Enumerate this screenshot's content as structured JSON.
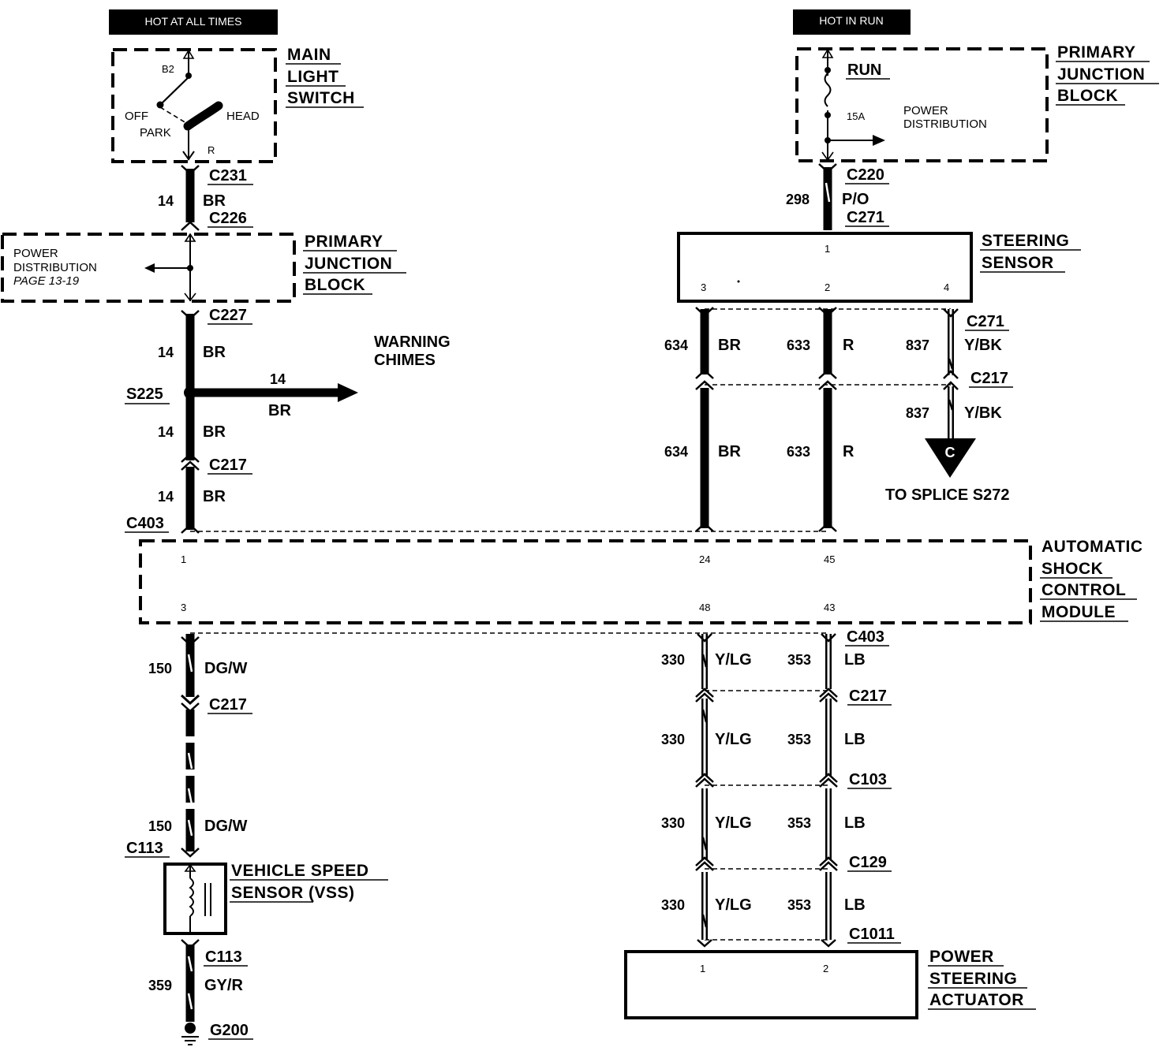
{
  "banners": {
    "left": "HOT AT ALL TIMES",
    "right": "HOT IN RUN"
  },
  "components": {
    "main_light_switch": [
      "MAIN",
      "LIGHT",
      "SWITCH"
    ],
    "switch_positions": {
      "b2": "B2",
      "off": "OFF",
      "park": "PARK",
      "head": "HEAD",
      "r": "R"
    },
    "pjb_left": [
      "PRIMARY",
      "JUNCTION",
      "BLOCK"
    ],
    "pjb_left_note": [
      "POWER",
      "DISTRIBUTION",
      "PAGE 13-19"
    ],
    "pjb_right": [
      "PRIMARY",
      "JUNCTION",
      "BLOCK"
    ],
    "pjb_right_run": "RUN",
    "pjb_right_fuse": "15A",
    "pjb_right_note": [
      "POWER",
      "DISTRIBUTION"
    ],
    "warning_chimes": [
      "WARNING",
      "CHIMES"
    ],
    "steering_sensor": [
      "STEERING",
      "SENSOR"
    ],
    "shock_module": [
      "AUTOMATIC",
      "SHOCK",
      "CONTROL",
      "MODULE"
    ],
    "vss": [
      "VEHICLE SPEED",
      "SENSOR (VSS)"
    ],
    "actuator": [
      "POWER",
      "STEERING",
      "ACTUATOR"
    ],
    "to_splice": "TO SPLICE S272",
    "splice_letter": "C"
  },
  "connectors": {
    "c231": "C231",
    "c226": "C226",
    "c227": "C227",
    "s225": "S225",
    "c217_left": "C217",
    "c403_left": "C403",
    "c217_vss": "C217",
    "c113_top": "C113",
    "c113_bottom": "C113",
    "g200": "G200",
    "c220": "C220",
    "c271_top": "C271",
    "c271_right": "C271",
    "c217_right": "C217",
    "c403_right": "C403",
    "c217_lower": "C217",
    "c103": "C103",
    "c129": "C129",
    "c1011": "C1011"
  },
  "wires": {
    "w14_a": {
      "num": "14",
      "color": "BR"
    },
    "w14_b": {
      "num": "14",
      "color": "BR"
    },
    "w14_chimes": {
      "num": "14",
      "color": "BR"
    },
    "w14_c": {
      "num": "14",
      "color": "BR"
    },
    "w14_d": {
      "num": "14",
      "color": "BR"
    },
    "w150_a": {
      "num": "150",
      "color": "DG/W"
    },
    "w150_b": {
      "num": "150",
      "color": "DG/W"
    },
    "w359": {
      "num": "359",
      "color": "GY/R"
    },
    "w298": {
      "num": "298",
      "color": "P/O"
    },
    "w634_a": {
      "num": "634",
      "color": "BR"
    },
    "w633_a": {
      "num": "633",
      "color": "R"
    },
    "w837_a": {
      "num": "837",
      "color": "Y/BK"
    },
    "w837_b": {
      "num": "837",
      "color": "Y/BK"
    },
    "w634_b": {
      "num": "634",
      "color": "BR"
    },
    "w633_b": {
      "num": "633",
      "color": "R"
    },
    "w330_1": {
      "num": "330",
      "color": "Y/LG"
    },
    "w353_1": {
      "num": "353",
      "color": "LB"
    },
    "w330_2": {
      "num": "330",
      "color": "Y/LG"
    },
    "w353_2": {
      "num": "353",
      "color": "LB"
    },
    "w330_3": {
      "num": "330",
      "color": "Y/LG"
    },
    "w353_3": {
      "num": "353",
      "color": "LB"
    },
    "w330_4": {
      "num": "330",
      "color": "Y/LG"
    },
    "w353_4": {
      "num": "353",
      "color": "LB"
    }
  },
  "pins": {
    "steer_1": "1",
    "steer_3": "3",
    "steer_2": "2",
    "steer_4": "4",
    "mod_1": "1",
    "mod_24": "24",
    "mod_45": "45",
    "mod_3": "3",
    "mod_48": "48",
    "mod_43": "43",
    "act_1": "1",
    "act_2": "2"
  }
}
